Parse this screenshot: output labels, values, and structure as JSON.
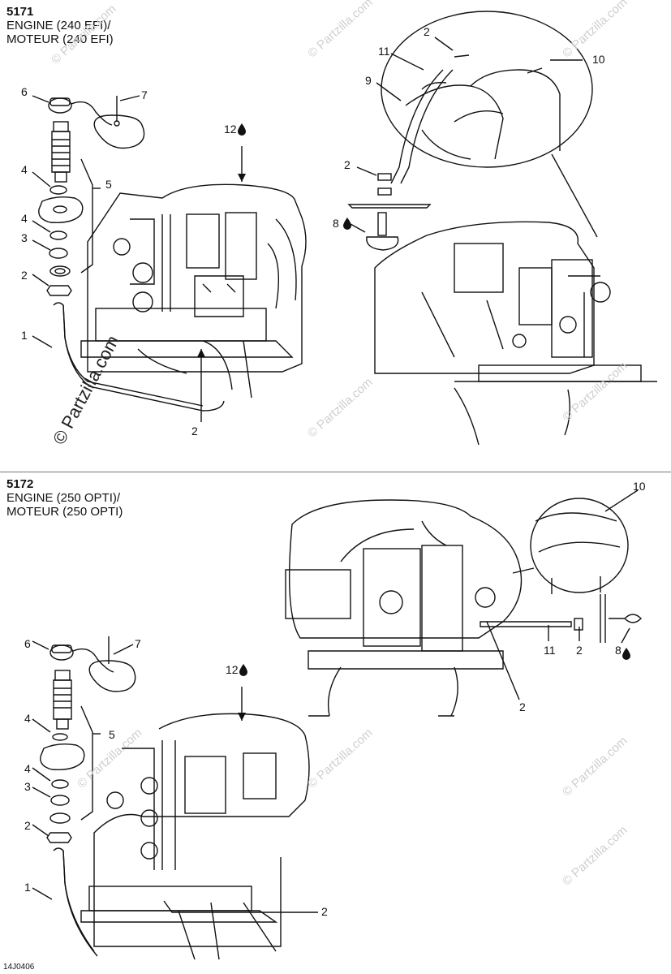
{
  "sections": [
    {
      "code": "5171",
      "title_line1": "ENGINE (240 EFI)/",
      "title_line2": "MOTEUR (240 EFI)",
      "callouts": [
        "6",
        "7",
        "4",
        "5",
        "4",
        "3",
        "2",
        "1",
        "12",
        "2",
        "2",
        "11",
        "10",
        "9",
        "2",
        "8"
      ]
    },
    {
      "code": "5172",
      "title_line1": "ENGINE (250 OPTI)/",
      "title_line2": "MOTEUR (250 OPTI)",
      "callouts": [
        "6",
        "7",
        "12",
        "4",
        "5",
        "4",
        "3",
        "2",
        "1",
        "2",
        "10",
        "11",
        "2",
        "8",
        "2"
      ]
    }
  ],
  "watermark": "© Partzilla.com",
  "footer": "14J0406",
  "icons": [
    "oil-drop-icon"
  ]
}
